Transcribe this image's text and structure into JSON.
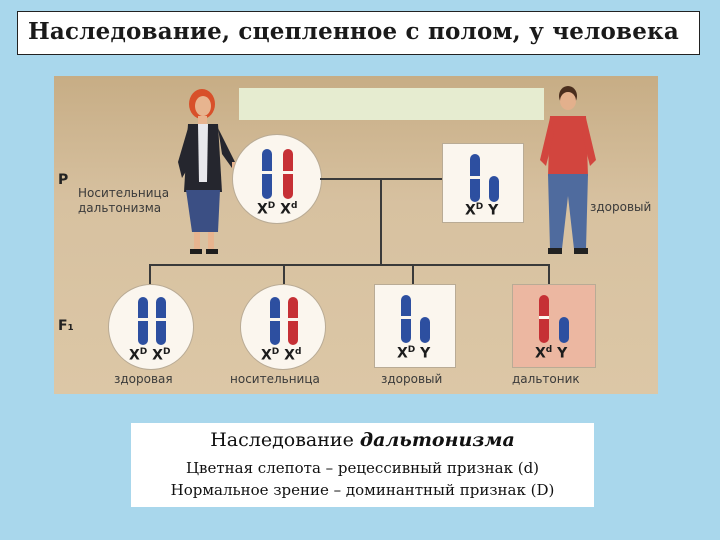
{
  "title": "Наследование, сцепленное с полом, у человека",
  "generations": {
    "p": "P",
    "f1": "F₁"
  },
  "parents": {
    "mother": {
      "label": "Носительница\nдальтонизма",
      "genotype_parts": [
        "X",
        "D",
        "X",
        "d"
      ]
    },
    "father": {
      "label": "здоровый",
      "genotype_parts": [
        "X",
        "D",
        "Y"
      ]
    }
  },
  "offspring": [
    {
      "label": "здоровая",
      "genotype_parts": [
        "X",
        "D",
        "X",
        "D"
      ]
    },
    {
      "label": "носительница",
      "genotype_parts": [
        "X",
        "D",
        "X",
        "d"
      ]
    },
    {
      "label": "здоровый",
      "genotype_parts": [
        "X",
        "D",
        "Y"
      ]
    },
    {
      "label": "дальтоник",
      "genotype_parts": [
        "X",
        "d",
        "Y"
      ]
    }
  ],
  "caption": {
    "heading_plain": "Наследование ",
    "heading_emph": "дальтонизма",
    "line1": "Цветная слепота – рецессивный признак (d)",
    "line2": "Нормальное зрение – доминантный признак (D)"
  },
  "colors": {
    "dominant_chromosome": "#2d4fa0",
    "recessive_chromosome": "#c63035",
    "affected_bg": "#ecb7a1"
  }
}
